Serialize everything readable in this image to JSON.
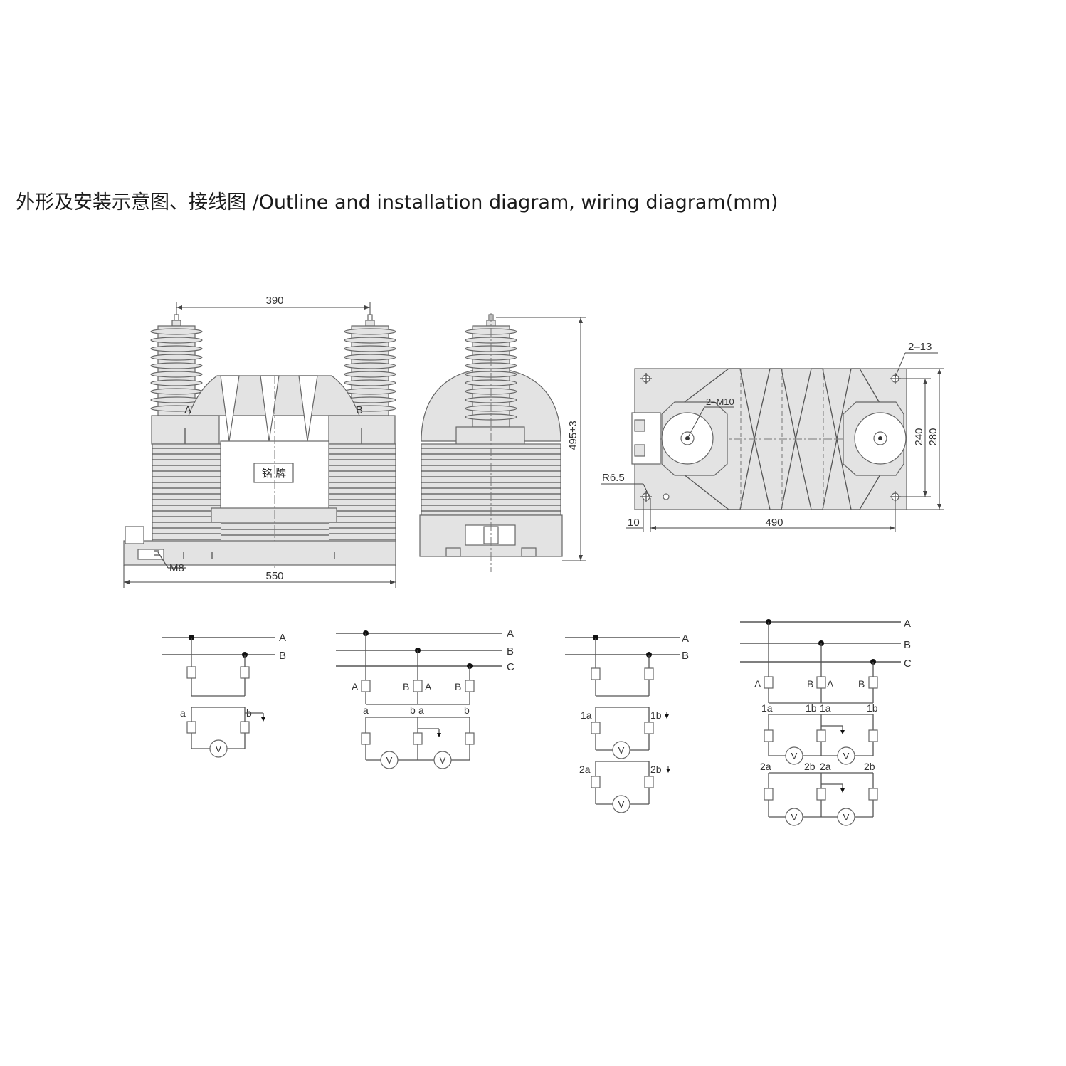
{
  "title": "外形及安装示意图、接线图 /Outline and installation diagram, wiring diagram(mm)",
  "front_view": {
    "dim_top": "390",
    "dim_bottom": "550",
    "terminal_a": "A",
    "terminal_b": "B",
    "nameplate": "铭  牌",
    "bolt": "M8"
  },
  "side_view": {
    "dim_height": "495±3"
  },
  "top_view": {
    "dim_holes": "2–13",
    "dim_thread": "2–M10",
    "dim_radius": "R6.5",
    "dim_10": "10",
    "dim_490": "490",
    "dim_240": "240",
    "dim_280": "280"
  },
  "wiring": {
    "phase_a": "A",
    "phase_b": "B",
    "phase_c": "C",
    "sec_a": "a",
    "sec_b": "b",
    "sec_1a": "1a",
    "sec_1b": "1b",
    "sec_2a": "2a",
    "sec_2b": "2b",
    "meter": "V"
  }
}
